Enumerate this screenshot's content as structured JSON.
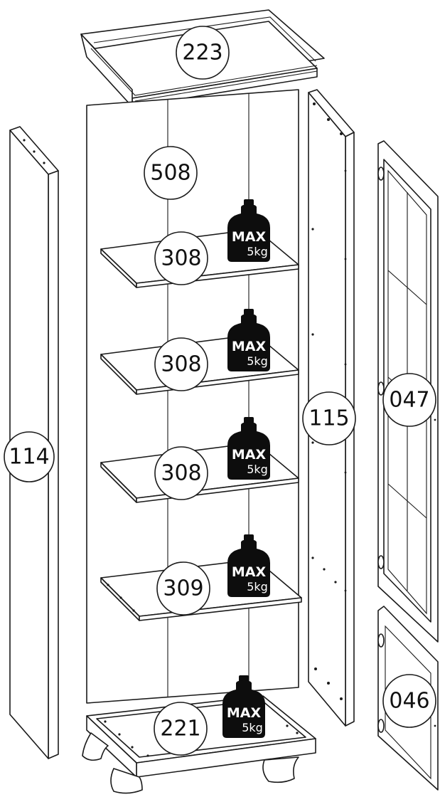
{
  "parts": {
    "top_crown": "223",
    "back_panel": "508",
    "shelf_1": "308",
    "shelf_2": "308",
    "shelf_3": "308",
    "shelf_4": "309",
    "left_side": "114",
    "right_side": "115",
    "glass_door": "047",
    "lower_door": "046",
    "base": "221"
  },
  "load_limit": {
    "max_label": "MAX",
    "weight_label": "5kg"
  }
}
